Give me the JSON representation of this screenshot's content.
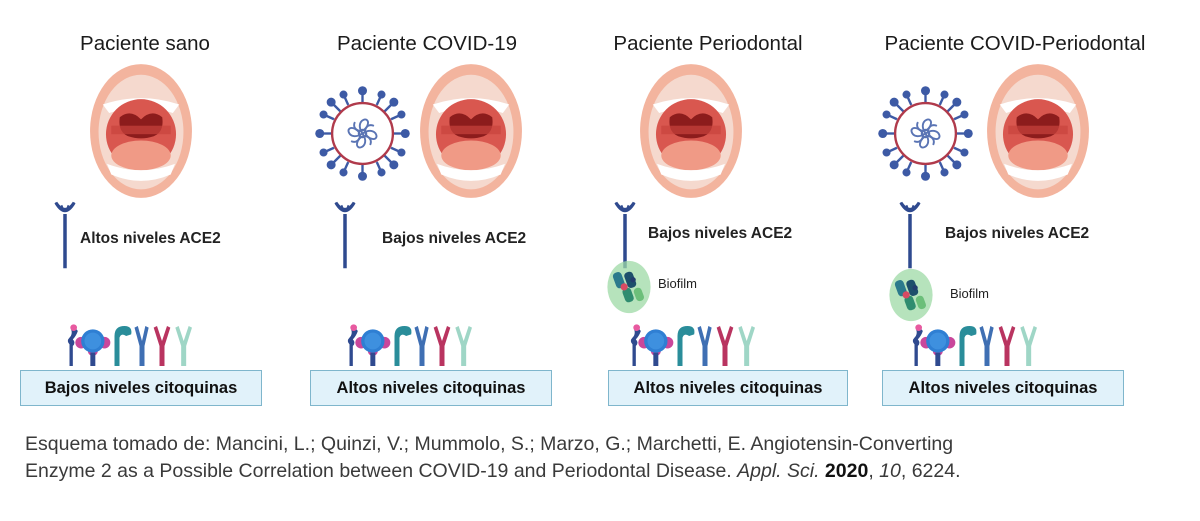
{
  "panels": [
    {
      "title": "Paciente sano",
      "ace_label": "Altos niveles ACE2",
      "cytokine_label": "Bajos niveles citoquinas"
    },
    {
      "title": "Paciente COVID-19",
      "ace_label": "Bajos niveles ACE2",
      "cytokine_label": "Altos niveles citoquinas"
    },
    {
      "title": "Paciente Periodontal",
      "ace_label": "Bajos niveles ACE2",
      "biofilm_label": "Biofilm",
      "cytokine_label": "Altos niveles citoquinas"
    },
    {
      "title": "Paciente COVID-Periodontal",
      "ace_label": "Bajos niveles ACE2",
      "biofilm_label": "Biofilm",
      "cytokine_label": "Altos niveles citoquinas"
    }
  ],
  "caption": {
    "line1": "Esquema tomado de: Mancini, L.; Quinzi, V.; Mummolo, S.; Marzo, G.; Marchetti, E. Angiotensin-Converting",
    "line2_start": "Enzyme 2 as a Possible Correlation between COVID-19 and Periodontal Disease. ",
    "journal": "Appl. Sci.",
    "year": "2020",
    "volume": "10",
    "pages": "6224."
  },
  "colors": {
    "receptor": "#2f4a8f",
    "box_fill": "#e1f2fa",
    "box_border": "#7fb6cc",
    "virus": "#5a74b4"
  }
}
